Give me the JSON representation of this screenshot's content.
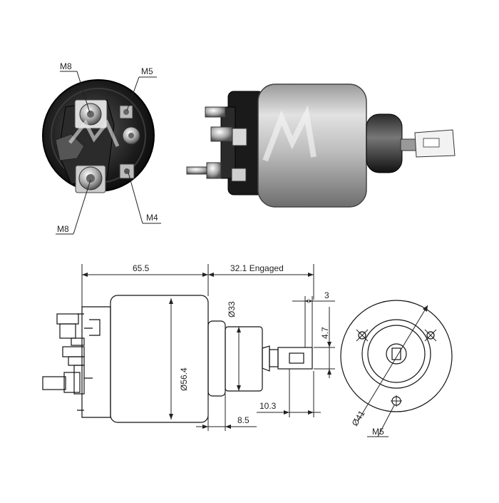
{
  "front_view_labels": {
    "top_left": "M8",
    "top_right": "M5",
    "bottom_left": "M8",
    "bottom_right": "M4"
  },
  "dimensions": {
    "body_length": "65.5",
    "stroke": "32.1 Engaged",
    "body_diameter": "Ø56.4",
    "nose_diameter": "Ø33",
    "nose_length": "8.5",
    "plunger_length": "10.3",
    "slot_width": "3",
    "slot_height": "4.7",
    "flange_diameter": "Ø41",
    "mount_thread": "M5"
  },
  "colors": {
    "metal_dark": "#1e1e1e",
    "metal_light": "#d4d4d4",
    "metal_mid": "#8c8c8c",
    "line": "#111111"
  }
}
